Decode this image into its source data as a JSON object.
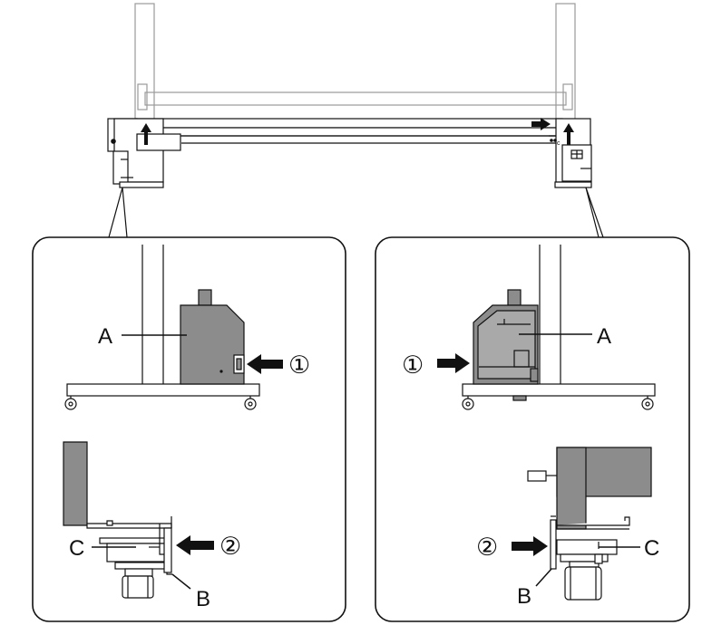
{
  "labels": {
    "a": "A",
    "b": "B",
    "c": "C",
    "step1": "①",
    "step2": "②"
  },
  "colors": {
    "line": "#111111",
    "light_line": "#9a9a9a",
    "part_fill": "#8c8c8c",
    "part_fill_light": "#a9a9a9",
    "background": "#ffffff"
  }
}
